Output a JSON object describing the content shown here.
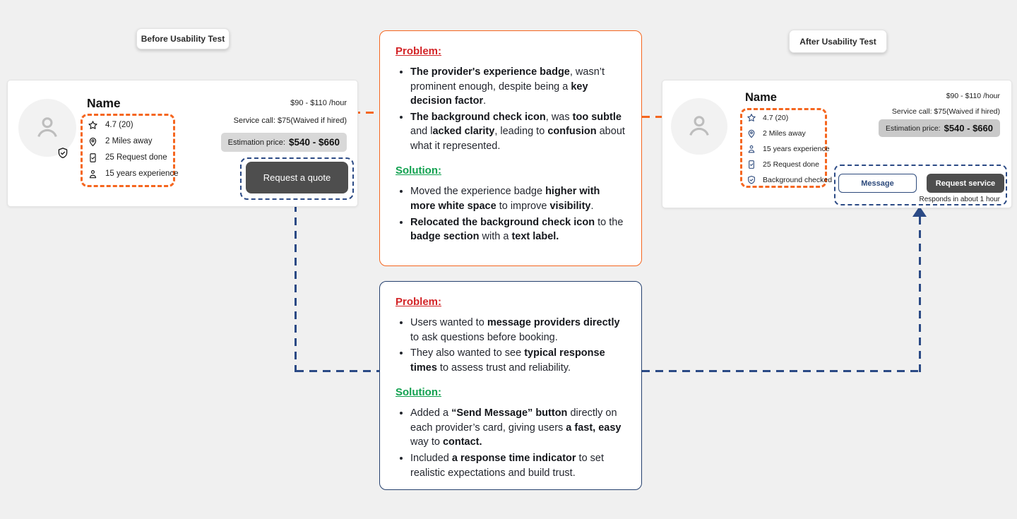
{
  "colors": {
    "orange_accent": "#F5661F",
    "navy_accent": "#2B4A85",
    "problem_red": "#D32427",
    "solution_green": "#12A150",
    "dark_button": "#4E4E4E",
    "page_background": "#F0F0F0"
  },
  "section_labels": {
    "before": "Before Usability Test",
    "after": "After Usability Test"
  },
  "before_card": {
    "name": "Name",
    "rate": "$90 - $110 /hour",
    "service_call": "Service call: $75(Waived if hired)",
    "estimation_label": "Estimation price:",
    "estimation_value": "$540 - $660",
    "stats": [
      {
        "icon": "star-icon",
        "text": "4.7 (20)"
      },
      {
        "icon": "location-icon",
        "text": "2 Miles away"
      },
      {
        "icon": "request-done-icon",
        "text": "25 Request done"
      },
      {
        "icon": "person-icon",
        "text": "15 years experience"
      }
    ],
    "cta": "Request a quote"
  },
  "after_card": {
    "name": "Name",
    "rate": "$90 - $110 /hour",
    "service_call": "Service call: $75(Waived if hired)",
    "estimation_label": "Estimation price:",
    "estimation_value": "$540 - $660",
    "stats": [
      {
        "icon": "star-icon",
        "text": "4.7 (20)"
      },
      {
        "icon": "location-icon",
        "text": "2 Miles away"
      },
      {
        "icon": "person-icon",
        "text": "15 years experience"
      },
      {
        "icon": "request-done-icon",
        "text": "25 Request done"
      },
      {
        "icon": "shield-check-icon",
        "text": "Background checked"
      }
    ],
    "message_btn": "Message",
    "cta": "Request service",
    "response_time": "Responds in about 1 hour"
  },
  "annotations": [
    {
      "problem_label": "Problem:",
      "problem_bullets": [
        [
          {
            "b": true,
            "t": "The provider's experience badge"
          },
          {
            "t": ", wasn’t prominent enough, despite being a "
          },
          {
            "b": true,
            "t": "key decision factor"
          },
          {
            "t": "."
          }
        ],
        [
          {
            "b": true,
            "t": "The background check icon"
          },
          {
            "t": ", was "
          },
          {
            "b": true,
            "t": "too subtle"
          },
          {
            "t": " and l"
          },
          {
            "b": true,
            "t": "acked clarity"
          },
          {
            "t": ", leading to "
          },
          {
            "b": true,
            "t": "confusion"
          },
          {
            "t": " about what it represented."
          }
        ]
      ],
      "solution_label": "Solution:",
      "solution_bullets": [
        [
          {
            "t": "Moved the experience badge "
          },
          {
            "b": true,
            "t": "higher with more white space"
          },
          {
            "t": " to improve "
          },
          {
            "b": true,
            "t": "visibility"
          },
          {
            "t": "."
          }
        ],
        [
          {
            "b": true,
            "t": "Relocated the background check icon"
          },
          {
            "t": " to the "
          },
          {
            "b": true,
            "t": "badge section"
          },
          {
            "t": " with a "
          },
          {
            "b": true,
            "t": "text label."
          }
        ]
      ]
    },
    {
      "problem_label": "Problem:",
      "problem_bullets": [
        [
          {
            "t": "Users wanted to "
          },
          {
            "b": true,
            "t": "message providers directly"
          },
          {
            "t": " to ask questions before booking."
          }
        ],
        [
          {
            "t": "They also wanted to see "
          },
          {
            "b": true,
            "t": "typical response times"
          },
          {
            "t": " to assess trust and reliability."
          }
        ]
      ],
      "solution_label": "Solution:",
      "solution_bullets": [
        [
          {
            "t": "Added a "
          },
          {
            "b": true,
            "t": "“Send Message” button"
          },
          {
            "t": " directly on each provider’s card, giving users "
          },
          {
            "b": true,
            "t": "a fast, easy"
          },
          {
            "t": " way to "
          },
          {
            "b": true,
            "t": "contact."
          }
        ],
        [
          {
            "t": "Included "
          },
          {
            "b": true,
            "t": "a response time indicator"
          },
          {
            "t": " to set realistic expectations and build trust."
          }
        ]
      ]
    }
  ]
}
